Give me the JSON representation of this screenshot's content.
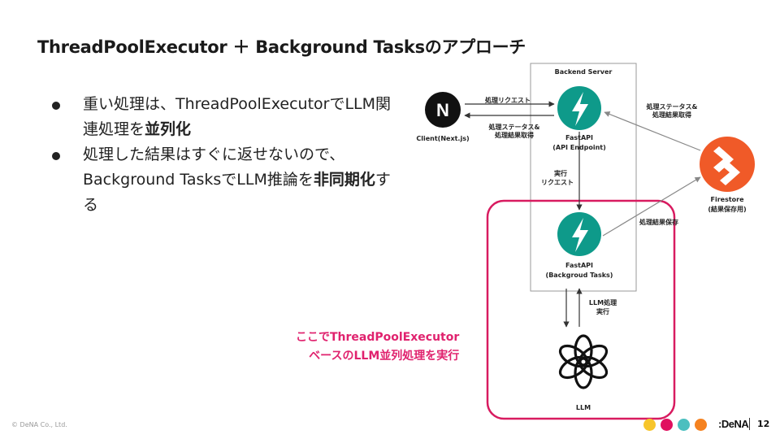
{
  "title": "ThreadPoolExecutor ＋ Background Tasksのアプローチ",
  "bullets": [
    {
      "text": "重い処理は、ThreadPoolExecutorでLLM関連処理を",
      "bold": "並列化",
      "tail": ""
    },
    {
      "text": "処理した結果はすぐに返せないので、Background TasksでLLM推論を",
      "bold": "非同期化",
      "tail": "する"
    }
  ],
  "diagram": {
    "backend_label": "Backend Server",
    "client_label": "Client(Next.js)",
    "api_label_1": "FastAPI",
    "api_label_2": "(API Endpoint)",
    "bg_label_1": "FastAPI",
    "bg_label_2": "(Backgroud Tasks)",
    "firestore_label_1": "Firestore",
    "firestore_label_2": "(結果保存用)",
    "llm_label": "LLM",
    "edge_request": "処理リクエスト",
    "edge_status_1": "処理ステータス&",
    "edge_status_2": "処理結果取得",
    "edge_fs_status_1": "処理ステータス&",
    "edge_fs_status_2": "処理結果取得",
    "edge_exec_1": "実行",
    "edge_exec_2": "リクエスト",
    "edge_save": "処理結果保存",
    "edge_llm_1": "LLM処理",
    "edge_llm_2": "実行",
    "client_icon_letter": "N",
    "colors": {
      "fastapi": "#0e9a8a",
      "firestore": "#f05a28",
      "highlight": "#d81b60"
    }
  },
  "note": {
    "line1": "ここでThreadPoolExecutor",
    "line2": "ベースのLLM並列処理を実行"
  },
  "footer": {
    "copyright": "© DeNA Co., Ltd.",
    "brand": ":DeNA",
    "page": "12",
    "dots": [
      "#f7c52b",
      "#e0115f",
      "#4bbfbf",
      "#f58220"
    ]
  }
}
